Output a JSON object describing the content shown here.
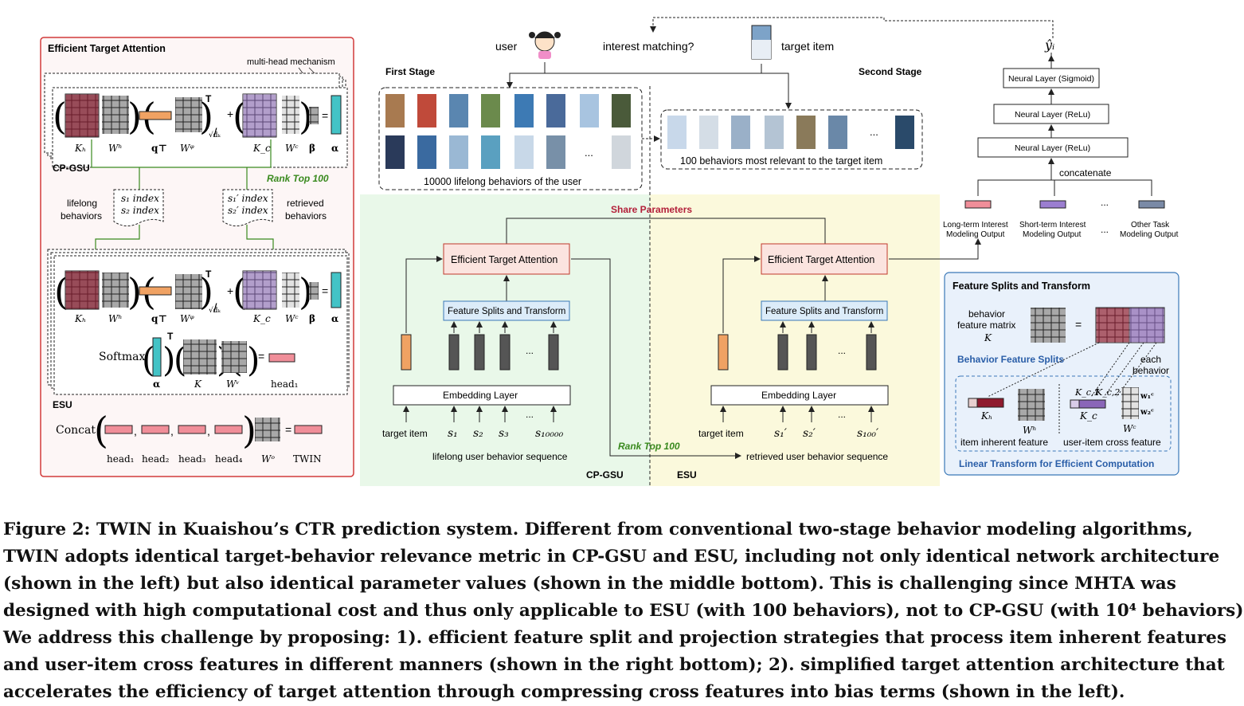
{
  "left_panel": {
    "title": "Efficient Target Attention",
    "multi_head": "multi-head mechanism",
    "cpgsu_label": "CP-GSU",
    "esu_label": "ESU",
    "rank_top": "Rank Top 100",
    "lifelong": "lifelong",
    "behaviors": "behaviors",
    "retrieved": "retrieved",
    "s1_index": "s₁ index",
    "s2_index": "s₂ index",
    "s1p_index": "s₁′ index",
    "s2p_index": "s₂′ index",
    "softmax": "Softmax",
    "concat": "Concat",
    "sym_Kh": "Kₕ",
    "sym_Wh": "Wʰ",
    "sym_qT": "q⊤",
    "sym_Wq": "Wᵠ",
    "sym_Kc": "K_c",
    "sym_Wc": "Wᶜ",
    "sym_beta": "β",
    "sym_alpha": "α",
    "sym_K": "K",
    "sym_Wv": "Wᵛ",
    "sym_head1": "head₁",
    "heads": [
      "head₁",
      "head₂",
      "head₃",
      "head₄"
    ],
    "sym_Wo": "Wᵒ",
    "twin": "TWIN",
    "sqrt_dk": "√dₖ"
  },
  "top": {
    "user": "user",
    "interest": "interest matching?",
    "target_item": "target item",
    "y_hat": "ŷᵢ",
    "first_stage": "First Stage",
    "second_stage": "Second Stage",
    "lifelong_caption": "10000 lifelong behaviors of the user",
    "relevant_caption": "100 behaviors most relevant to the target item",
    "ellipsis": "..."
  },
  "middle": {
    "share_params": "Share Parameters",
    "eta": "Efficient Target Attention",
    "fst": "Feature Splits and Transform",
    "embedding": "Embedding Layer",
    "target_item": "target item",
    "cpgsu_seq": [
      "s₁",
      "s₂",
      "s₃",
      "s₁₀₀₀₀"
    ],
    "esu_seq": [
      "s₁′",
      "s₂′",
      "s₁₀₀′"
    ],
    "lifelong_seq": "lifelong user behavior sequence",
    "retrieved_seq": "retrieved user behavior sequence",
    "rank_top": "Rank Top 100",
    "cpgsu": "CP-GSU",
    "esu": "ESU",
    "dots": "..."
  },
  "right": {
    "sigmoid": "Neural Layer (Sigmoid)",
    "relu1": "Neural Layer (ReLu)",
    "relu2": "Neural Layer (ReLu)",
    "concatenate": "concatenate",
    "long_term": [
      "Long-term Interest",
      "Modeling Output"
    ],
    "short_term": [
      "Short-term Interest",
      "Modeling Output"
    ],
    "other_task": [
      "Other Task",
      "Modeling Output"
    ],
    "dots": "..."
  },
  "fst_panel": {
    "title": "Feature Splits and Transform",
    "behavior_matrix": [
      "behavior",
      "feature matrix",
      "K"
    ],
    "splits": "Behavior Feature Splits",
    "each_behavior": [
      "each",
      "behavior"
    ],
    "Kh": "Kₕ",
    "Wh": "Wʰ",
    "Kc1": "K_c,1",
    "Kc2": "K_c,2",
    "Kc": "K_c",
    "Wc": "Wᶜ",
    "w1c": "w₁ᶜ",
    "w2c": "w₂ᶜ",
    "item_inherent": "item inherent feature",
    "cross_feature": "user-item cross feature",
    "linear": "Linear Transform for Efficient Computation"
  },
  "caption": {
    "lines": [
      "Figure 2: TWIN in Kuaishou’s CTR prediction system. Different from conventional two-stage behavior modeling algorithms,",
      "TWIN adopts identical target-behavior relevance metric in CP-GSU and ESU, including not only identical network architecture",
      "(shown in the left) but also identical parameter values (shown in the middle bottom). This is challenging since MHTA was",
      "designed with high computational cost and thus only applicable to ESU (with 100 behaviors), not to CP-GSU (with 10⁴ behaviors).",
      "We address this challenge by proposing: 1). efficient feature split and projection strategies that process item inherent features",
      "and user-item cross features in different manners (shown in the right bottom); 2). simplified target attention architecture that",
      "accelerates the efficiency of target attention through compressing cross features into bias terms (shown in the left)."
    ]
  },
  "colors": {
    "red_frame": "#d23a3a",
    "green_panel": "#e9f8e9",
    "yellow_panel": "#fbf9dc",
    "blue_panel": "#e9f1fb",
    "eta_fill": "#fbe4df",
    "fst_fill": "#dcecf9",
    "dark_red": "#8f1a2e",
    "orange": "#f0a263",
    "teal": "#43c3c6",
    "purple": "#8a66b8",
    "pink": "#f08e99"
  }
}
